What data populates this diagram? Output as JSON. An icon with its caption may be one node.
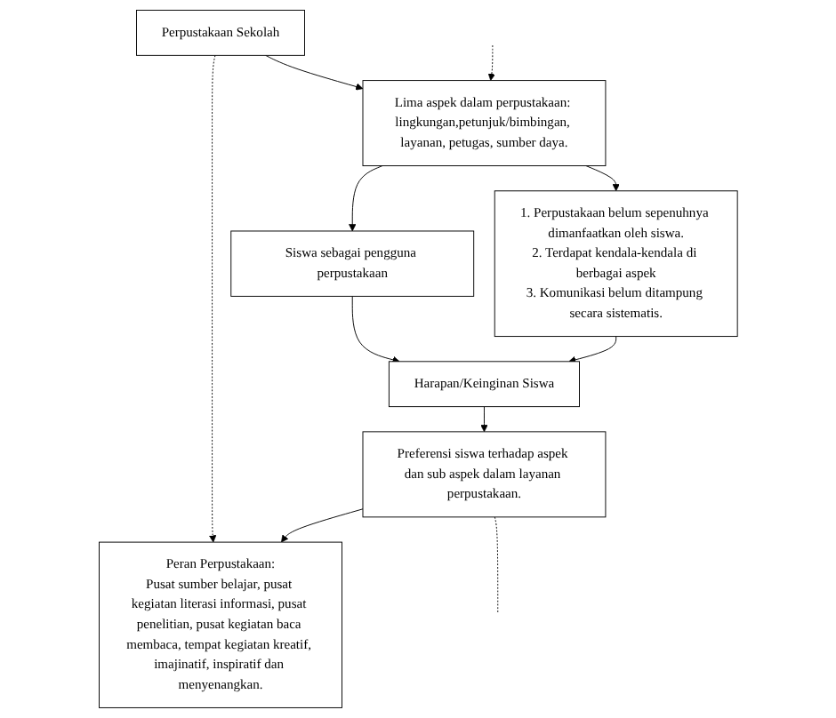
{
  "diagram": {
    "nodes": [
      {
        "text": [
          "Perpustakaan Sekolah"
        ]
      },
      {
        "text": [
          "Peran Perpustakaan:",
          "Pusat sumber belajar, pusat kegiatan literasi informasi, pusat penelitian, pusat kegiatan baca membaca, tempat kegiatan kreatif, imajinatif, inspiratif dan menyenangkan."
        ]
      },
      {
        "text": [
          "Lima aspek dalam perpustakaan: lingkungan,petunjuk/bimbingan, layanan, petugas, sumber daya."
        ]
      },
      {
        "text": [
          "Siswa sebagai pengguna perpustakaan"
        ]
      },
      {
        "text": [
          "1. Perpustakaan belum sepenuhnya dimanfaatkan oleh siswa.",
          "2. Terdapat kendala-kendala di berbagai aspek",
          "3. Komunikasi belum ditampung secara sistematis."
        ]
      },
      {
        "text": [
          "Harapan/Keinginan Siswa"
        ]
      },
      {
        "text": [
          "Preferensi siswa terhadap aspek dan sub aspek dalam layanan perpustakaan."
        ]
      }
    ],
    "edges": [
      {
        "from": 0,
        "to": 1,
        "arrow": "to",
        "style": "dashed"
      },
      {
        "from": 0,
        "to": 2,
        "arrow": "to"
      },
      {
        "from": null,
        "to": 2,
        "arrow": "to",
        "style": "dashed"
      },
      {
        "from": 2,
        "to": 3,
        "arrow": "to"
      },
      {
        "from": 2,
        "to": 4,
        "arrow": "to"
      },
      {
        "from": 3,
        "to": 5,
        "arrow": "to"
      },
      {
        "from": 4,
        "to": 5,
        "arrow": "to"
      },
      {
        "from": 5,
        "to": 6,
        "arrow": "to"
      },
      {
        "from": 6,
        "to": 1,
        "arrow": "to"
      },
      {
        "from": 6,
        "to": null,
        "arrow": "none",
        "style": "dashed"
      }
    ]
  }
}
